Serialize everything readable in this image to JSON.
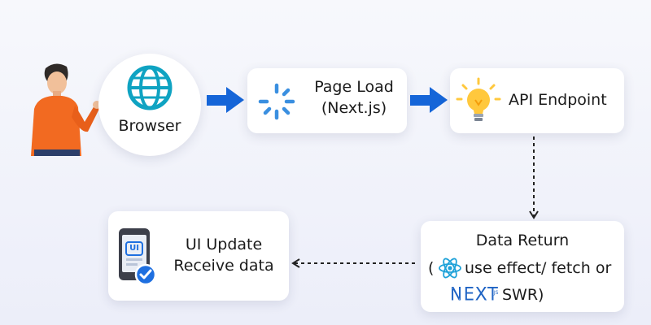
{
  "diagram": {
    "nodes": {
      "browser": {
        "label": "Browser"
      },
      "page_load": {
        "line1": "Page Load",
        "line2": "(Next.js)"
      },
      "api_endpoint": {
        "label": "API Endpoint"
      },
      "data_return": {
        "title": "Data Return",
        "open_paren": "(",
        "text1": "use effect/ fetch or",
        "next_logo": "NEXT",
        "next_logo_suffix": ".JS",
        "text2": "SWR)"
      },
      "ui_update": {
        "line1": "UI Update",
        "line2": "Receive data",
        "screen_badge": "UI"
      }
    },
    "edges": [
      {
        "from": "browser",
        "to": "page_load",
        "style": "solid"
      },
      {
        "from": "page_load",
        "to": "api_endpoint",
        "style": "solid"
      },
      {
        "from": "api_endpoint",
        "to": "data_return",
        "style": "dashed"
      },
      {
        "from": "data_return",
        "to": "ui_update",
        "style": "dashed"
      }
    ]
  },
  "colors": {
    "arrow": "#1565d8",
    "globe": "#0fa3c2",
    "spinner": "#3a8fe0",
    "bulb": "#ffc83d",
    "react": "#1da1d8",
    "check": "#1e6fe0",
    "shirt": "#f26a21"
  }
}
